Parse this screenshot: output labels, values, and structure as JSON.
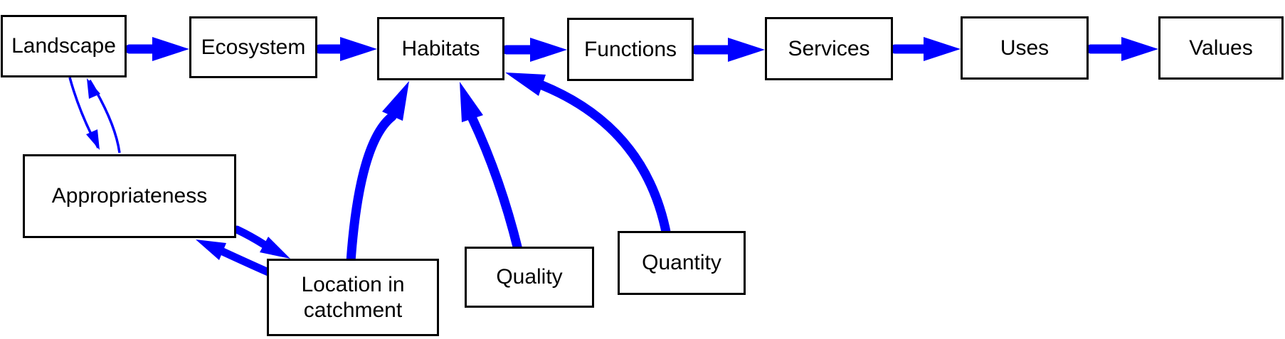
{
  "diagram": {
    "title": "Landscape to values flow diagram",
    "background_color": "#ffffff",
    "arrow_color": "#0000ff",
    "box_border_color": "#000000",
    "text_color": "#000000"
  },
  "nodes": {
    "landscape": {
      "label": "Landscape"
    },
    "ecosystem": {
      "label": "Ecosystem"
    },
    "habitats": {
      "label": "Habitats"
    },
    "functions": {
      "label": "Functions"
    },
    "services": {
      "label": "Services"
    },
    "uses": {
      "label": "Uses"
    },
    "values": {
      "label": "Values"
    },
    "appropriateness": {
      "label": "Appropriateness"
    },
    "location": {
      "label": "Location in catchment"
    },
    "quality": {
      "label": "Quality"
    },
    "quantity": {
      "label": "Quantity"
    }
  },
  "edges": [
    {
      "from": "Landscape",
      "to": "Ecosystem",
      "weight": "thick"
    },
    {
      "from": "Ecosystem",
      "to": "Habitats",
      "weight": "thick"
    },
    {
      "from": "Habitats",
      "to": "Functions",
      "weight": "thick"
    },
    {
      "from": "Functions",
      "to": "Services",
      "weight": "thick"
    },
    {
      "from": "Services",
      "to": "Uses",
      "weight": "thick"
    },
    {
      "from": "Uses",
      "to": "Values",
      "weight": "thick"
    },
    {
      "from": "Landscape",
      "to": "Appropriateness",
      "weight": "thin"
    },
    {
      "from": "Appropriateness",
      "to": "Landscape",
      "weight": "thin"
    },
    {
      "from": "Appropriateness",
      "to": "Location in catchment",
      "weight": "thick"
    },
    {
      "from": "Location in catchment",
      "to": "Appropriateness",
      "weight": "thick"
    },
    {
      "from": "Location in catchment",
      "to": "Habitats",
      "weight": "thick"
    },
    {
      "from": "Quality",
      "to": "Habitats",
      "weight": "thick"
    },
    {
      "from": "Quantity",
      "to": "Habitats",
      "weight": "thick"
    }
  ]
}
